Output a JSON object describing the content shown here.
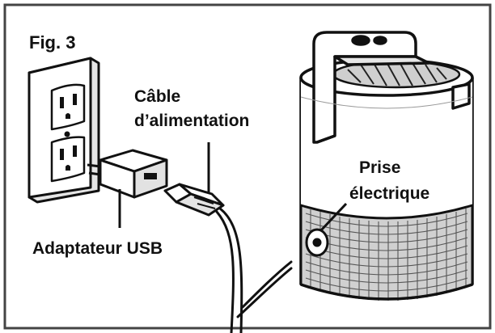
{
  "figure": {
    "number": "Fig. 3"
  },
  "callouts": {
    "cable": {
      "line1": "Câble",
      "line2": "d’alimentation"
    },
    "socket": {
      "line1": "Prise",
      "line2": "électrique"
    },
    "adapter": "Adaptateur USB"
  },
  "colors": {
    "ink": "#111111",
    "paper": "#ffffff",
    "frame": "#444444"
  }
}
